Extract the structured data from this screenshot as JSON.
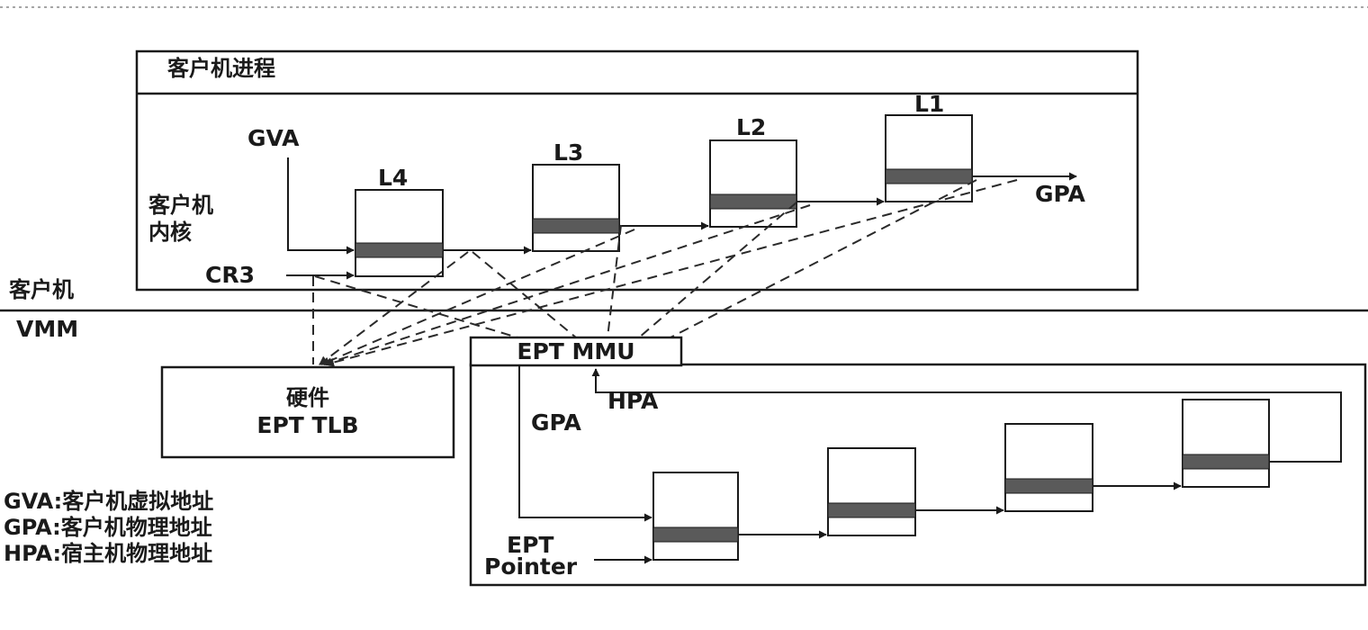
{
  "guest_process": {
    "title": "客户机进程"
  },
  "guest": {
    "gva": "GVA",
    "kernel_line1": "客户机",
    "kernel_line2": "内核",
    "cr3": "CR3",
    "gpa_out": "GPA",
    "levels": [
      "L4",
      "L3",
      "L2",
      "L1"
    ],
    "side_label": "客户机"
  },
  "vmm": {
    "label": "VMM"
  },
  "tlb": {
    "line1": "硬件",
    "line2": "EPT TLB"
  },
  "ept": {
    "mmu": "EPT MMU",
    "hpa": "HPA",
    "gpa": "GPA",
    "pointer_line1": "EPT",
    "pointer_line2": "Pointer"
  },
  "legend": [
    "GVA:客户机虚拟地址",
    "GPA:客户机物理地址",
    "HPA:宿主机物理地址"
  ]
}
